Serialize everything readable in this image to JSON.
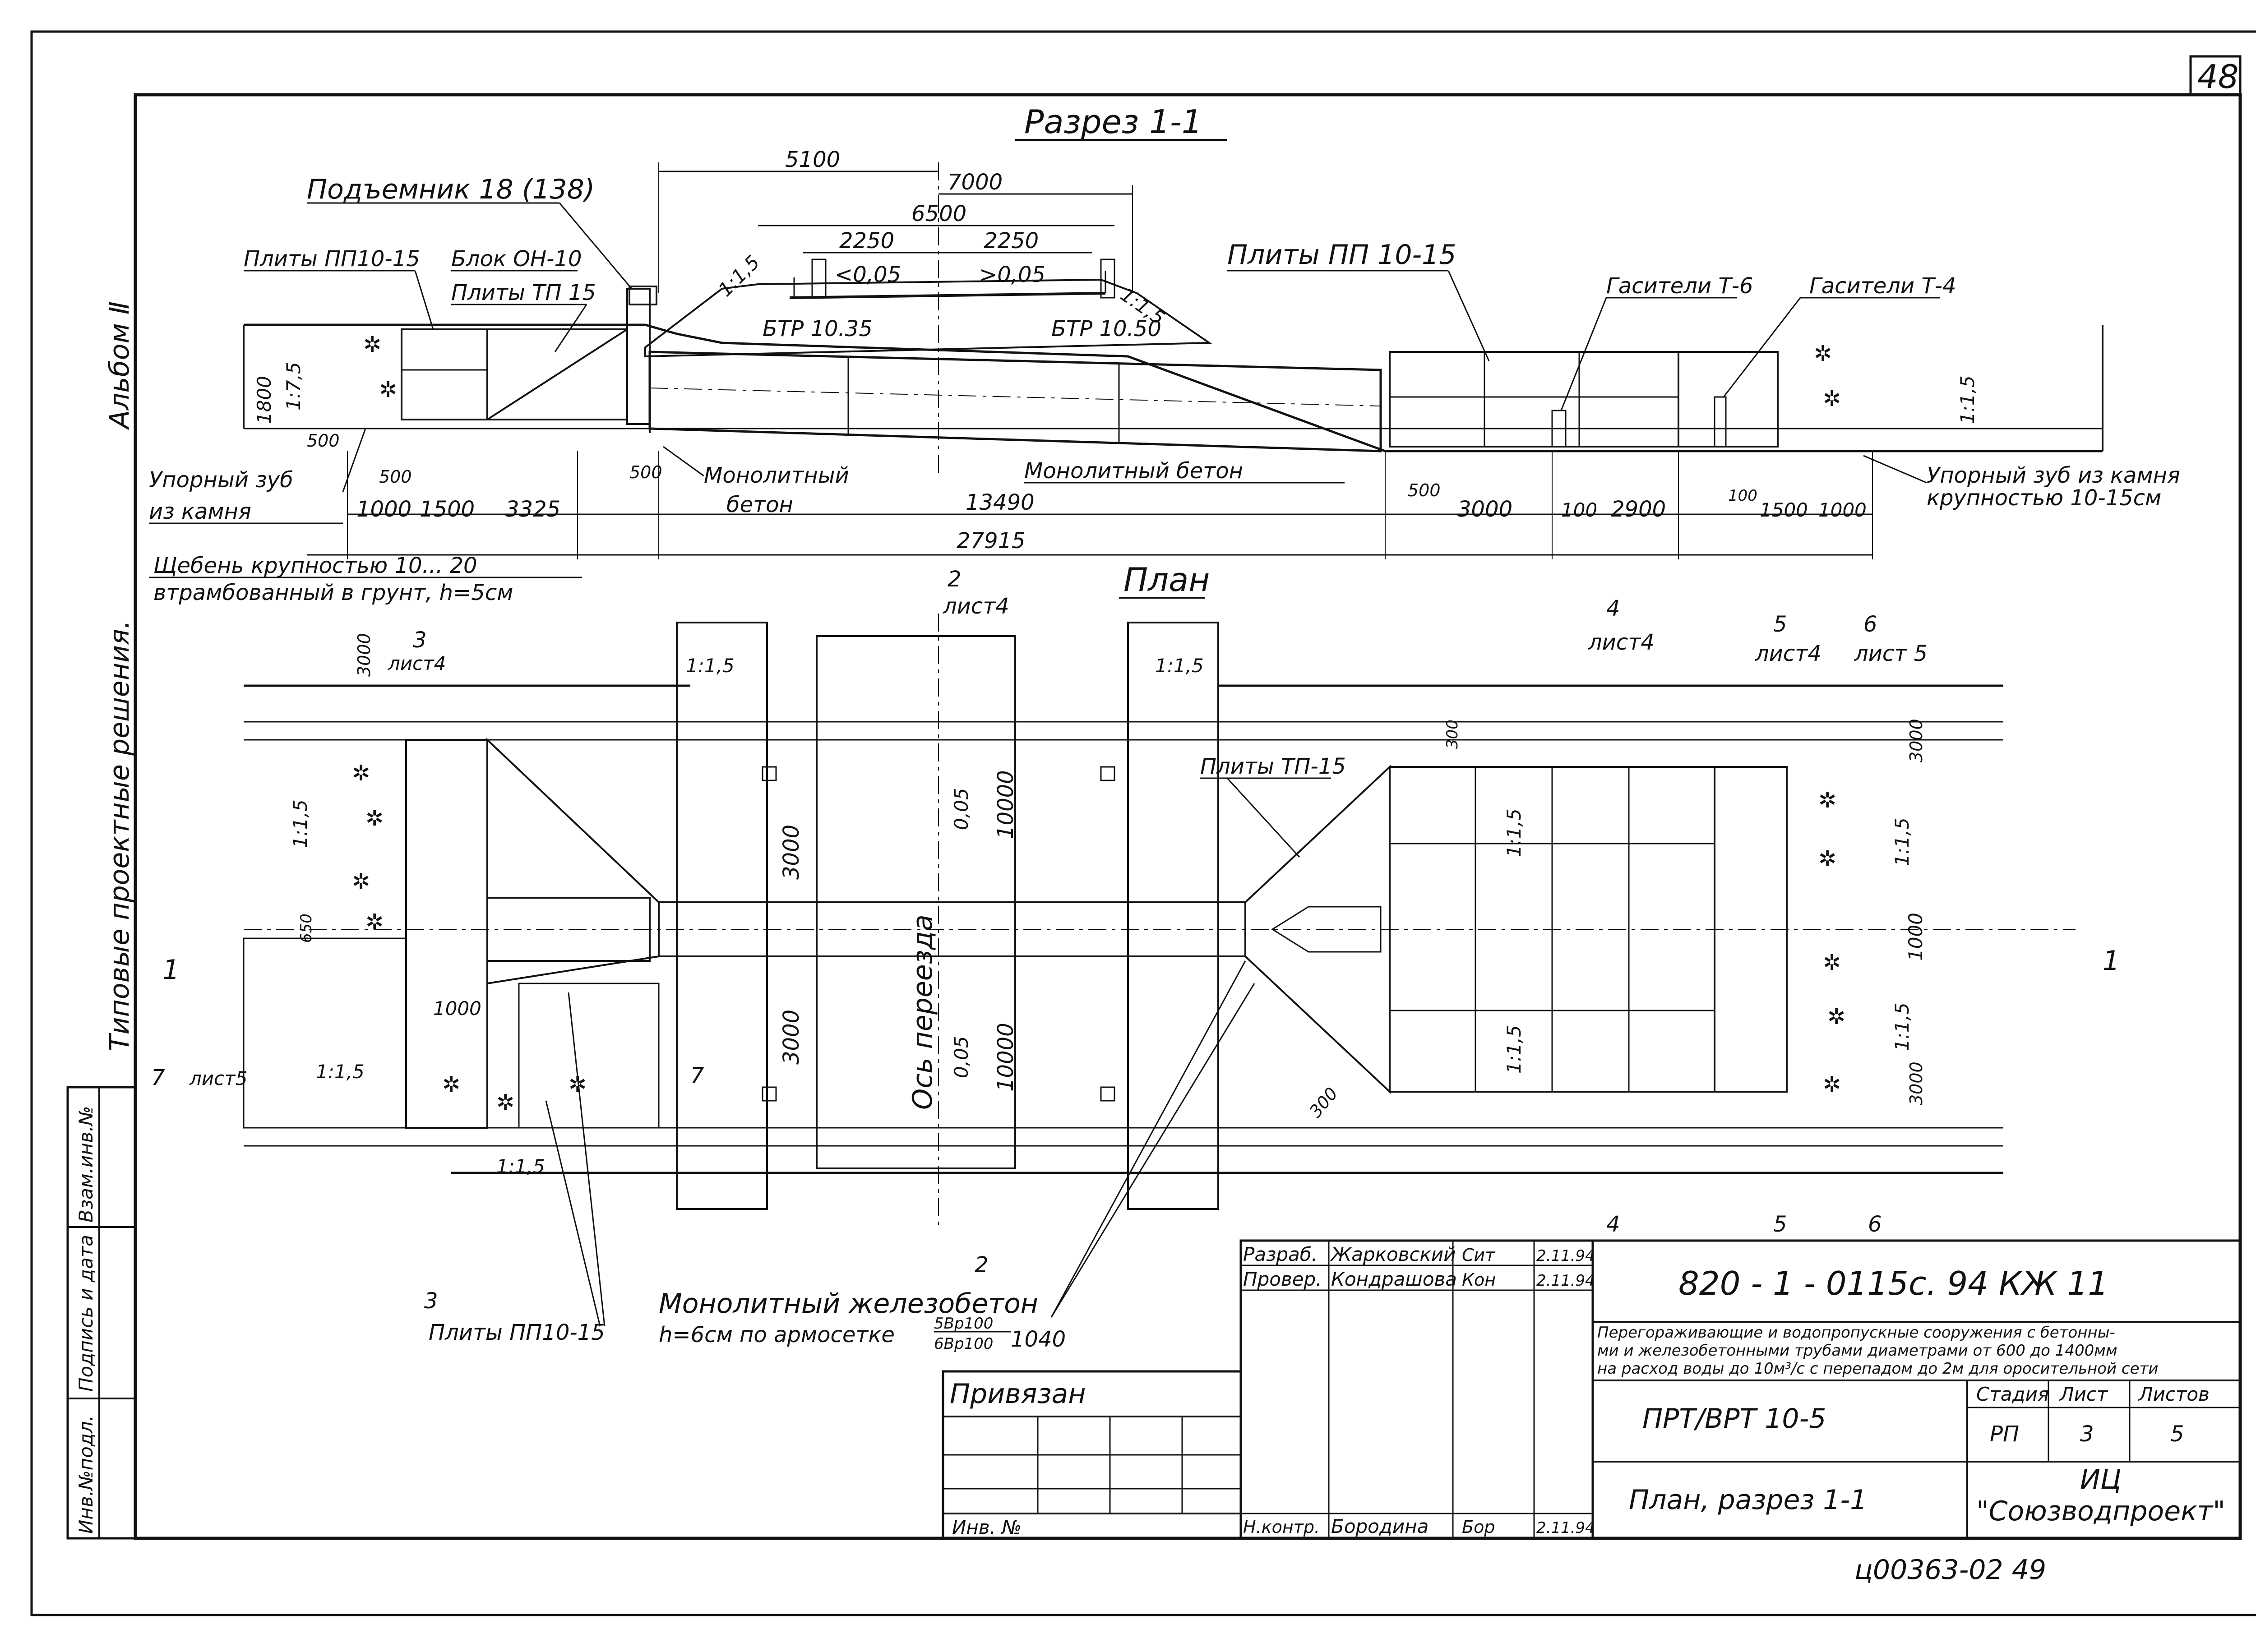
{
  "sheet_number_top": "48",
  "side_text": {
    "album": "Альбом Ⅱ",
    "typical": "Типовые проектные решения."
  },
  "section": {
    "title": "Разрез 1-1",
    "lift": "Подъемник 18 (138)",
    "plates_pp_left": "Плиты ПП10-15",
    "block": "Блок ОН-10",
    "plates_tp15": "Плиты ТП 15",
    "plates_pp_right": "Плиты ПП 10-15",
    "damper_t6": "Гасители Т-6",
    "damper_t4": "Гасители Т-4",
    "btr_left": "БТР 10.35",
    "btr_right": "БТР 10.50",
    "slope_left": "<0,05",
    "slope_right": ">0,05",
    "slope_115_left": "1:1,5",
    "slope_115_right": "1:1,5",
    "slope_175": "1:7,5",
    "slope_side_right": "1:1,5",
    "tooth_left_1": "Упорный зуб",
    "tooth_left_2": "из камня",
    "concrete_1": "Монолитный",
    "concrete_2": "бетон",
    "concrete_right": "Монолитный бетон",
    "tooth_right_1": "Упорный зуб из камня",
    "tooth_right_2": "крупностью 10-15см",
    "gravel_1": "Щебень крупностью 10... 20",
    "gravel_2": "втрамбованный в грунт, h=5см",
    "dims": {
      "d5100": "5100",
      "d7000": "7000",
      "d6500": "6500",
      "d2250a": "2250",
      "d2250b": "2250",
      "d1800": "1800",
      "d500a": "500",
      "d500b": "500",
      "d500c": "500",
      "d500d": "500",
      "d1000a": "1000",
      "d1500a": "1500",
      "d3325": "3325",
      "d13490": "13490",
      "d3000": "3000",
      "d100a": "100",
      "d2900": "2900",
      "d100b": "100",
      "d1500b": "1500",
      "d1000b": "1000",
      "d27915": "27915"
    }
  },
  "plan": {
    "title": "План",
    "cut2_num": "2",
    "cut2_sheet": "лист4",
    "cut2b_num": "2",
    "cut3_num": "3",
    "cut3_sheet": "лист4",
    "cut3b_num": "3",
    "cut4_num": "4",
    "cut4_sheet": "лист4",
    "cut5_num": "5",
    "cut5_sheet": "лист4",
    "cut6_num": "6",
    "cut6_sheet": "лист 5",
    "cut4b": "4",
    "cut5b": "5",
    "cut6b": "6",
    "cut1_left": "1",
    "cut1_right": "1",
    "cut7_num": "7",
    "cut7_sheet": "лист5",
    "cut7b": "7",
    "slope_a": "1:1,5",
    "slope_b": "1:1,5",
    "slope_c": "1:1,5",
    "slope_d": "1:1,5",
    "slope_e": "1:1,5",
    "slope_f": "1:1,5",
    "slope_g": "1:1,5",
    "slope_h": "1:1,5",
    "slope_i": "1:1,5",
    "crossing_axis": "Ось переезда",
    "slope_top": "0,05",
    "slope_bottom": "0,05",
    "dim_10000a": "10000",
    "dim_10000b": "10000",
    "dim_3000a": "3000",
    "dim_3000b": "3000",
    "dim_3000c": "3000",
    "dim_3000d": "3000",
    "dim_3000e": "3000",
    "dim_650": "650",
    "dim_1000": "1000",
    "dim_1000r": "1000",
    "dim_300a": "300",
    "dim_300b": "300",
    "plates_tp": "Плиты ТП-15",
    "plates_pp": "Плиты ПП10-15",
    "monolith_1": "Монолитный железобетон",
    "monolith_2": "h=6см по армосетке",
    "mesh_top": "5Вр100",
    "mesh_bottom": "6Вр100",
    "mesh_size": "1040"
  },
  "left_stamp": {
    "col1": "Взам.инв.№",
    "col2": "Подпись и дата",
    "col3": "Инв.№подл."
  },
  "title_block": {
    "attached": "Привязан",
    "inv": "Инв. №",
    "role_dev": "Разраб.",
    "name_dev": "Жарковский",
    "sign_dev": "Сит",
    "date_dev": "2.11.94",
    "role_check": "Провер.",
    "name_check": "Кондрашова",
    "sign_check": "Кон",
    "date_check": "2.11.94",
    "role_norm": "Н.контр.",
    "name_norm": "Бородина",
    "sign_norm": "Бор",
    "date_norm": "2.11.94",
    "code": "820 - 1 - 0115с. 94 КЖ 11",
    "desc_1": "Перегораживающие и водопропускные сооружения с бетонны-",
    "desc_2": "ми и железобетонными трубами диаметрами от 600 до 1400мм",
    "desc_3": "на расход воды до 10м³/с с перепадом до 2м для оросительной сети",
    "product": "ПРТ/ВРТ 10-5",
    "stage_label": "Стадия",
    "sheet_label": "Лист",
    "sheets_label": "Листов",
    "stage": "РП",
    "sheet": "3",
    "sheets": "5",
    "drawing_title": "План, разрез 1-1",
    "org_1": "ИЦ",
    "org_2": "\"Союзводпроект\""
  },
  "bottom_code": "ц00363-02   49"
}
